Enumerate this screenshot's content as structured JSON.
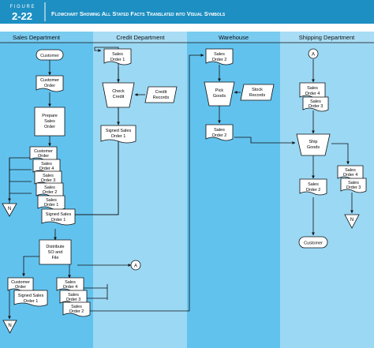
{
  "figure": {
    "label": "F I G U R E",
    "number": "2-22",
    "title": "Flowchart Showing All Stated Facts Translated into Visual Symbols"
  },
  "colors": {
    "header_bg": "#1d8fc2",
    "lane_dark": "#62c2ee",
    "lane_light": "#9bd8f4",
    "ink": "#111111",
    "symbol_fill": "#ffffff"
  },
  "lanes": {
    "sales": "Sales Department",
    "credit": "Credit Department",
    "warehouse": "Warehouse",
    "shipping": "Shipping Department"
  },
  "symbols": {
    "start_customer": "Customer",
    "customer_order": [
      "Customer",
      "Order"
    ],
    "prepare": [
      "Prepare",
      "Sales",
      "Order"
    ],
    "deck_customer_order": [
      "Customer",
      "Order"
    ],
    "deck_so4": [
      "Sales",
      "Order 4"
    ],
    "deck_so3": [
      "Sales",
      "Order 3"
    ],
    "deck_so2": [
      "Sales",
      "Order 2"
    ],
    "deck_so1": [
      "Sales",
      "Order 1"
    ],
    "deck_signed": [
      "Signed Sales",
      "Order 1"
    ],
    "file_n_sales_top": "N",
    "distribute": [
      "Distribute",
      "SO and",
      "File"
    ],
    "bottom_customer_order": [
      "Customer",
      "Order"
    ],
    "bottom_signed": [
      "Signed Sales",
      "Order 1"
    ],
    "file_n_sales_bottom": "N",
    "bottom_so4": [
      "Sales",
      "Order 4"
    ],
    "bottom_so3": [
      "Sales",
      "Order 3"
    ],
    "bottom_so2": [
      "Sales",
      "Order 2"
    ],
    "connector_a_sales": "A",
    "credit_so1": [
      "Sales",
      "Order 1"
    ],
    "check_credit": [
      "Check",
      "Credit"
    ],
    "credit_records": [
      "Credit",
      "Records"
    ],
    "credit_signed": [
      "Signed Sales",
      "Order 1"
    ],
    "wh_so2": [
      "Sales",
      "Order 2"
    ],
    "pick_goods": [
      "Pick",
      "Goods"
    ],
    "stock_records": [
      "Stock",
      "Records"
    ],
    "wh_so2_out": [
      "Sales",
      "Order 2"
    ],
    "connector_a_shipping": "A",
    "ship_so4": [
      "Sales",
      "Order 4"
    ],
    "ship_so3": [
      "Sales",
      "Order 3"
    ],
    "ship_goods": [
      "Ship",
      "Goods"
    ],
    "ship_so2": [
      "Sales",
      "Order 2"
    ],
    "ship_stack_so4": [
      "Sales",
      "Order 4"
    ],
    "ship_stack_so3": [
      "Sales",
      "Order 3"
    ],
    "file_n_shipping": "N",
    "end_customer": "Customer"
  }
}
